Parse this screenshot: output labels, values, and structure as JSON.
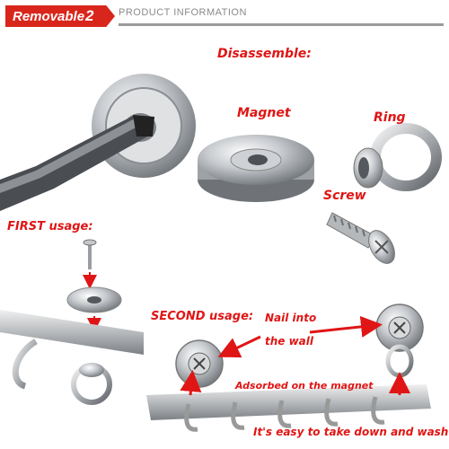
{
  "header": {
    "badge_text": "Removable",
    "badge_number": "2",
    "title": "PRODUCT INFORMATION"
  },
  "labels": {
    "disassemble": "Disassemble:",
    "magnet": "Magnet",
    "ring": "Ring",
    "screw": "Screw",
    "first_usage": "FIRST usage:",
    "second_usage": "SECOND usage:",
    "nail_line1": "Nail into",
    "nail_line2": "the wall",
    "adsorbed": "Adsorbed on the magnet",
    "easy": "It's easy to take down and wash !!"
  },
  "colors": {
    "accent": "#e01515",
    "badge": "#d9261c",
    "header_line": "#9b9b9b"
  }
}
